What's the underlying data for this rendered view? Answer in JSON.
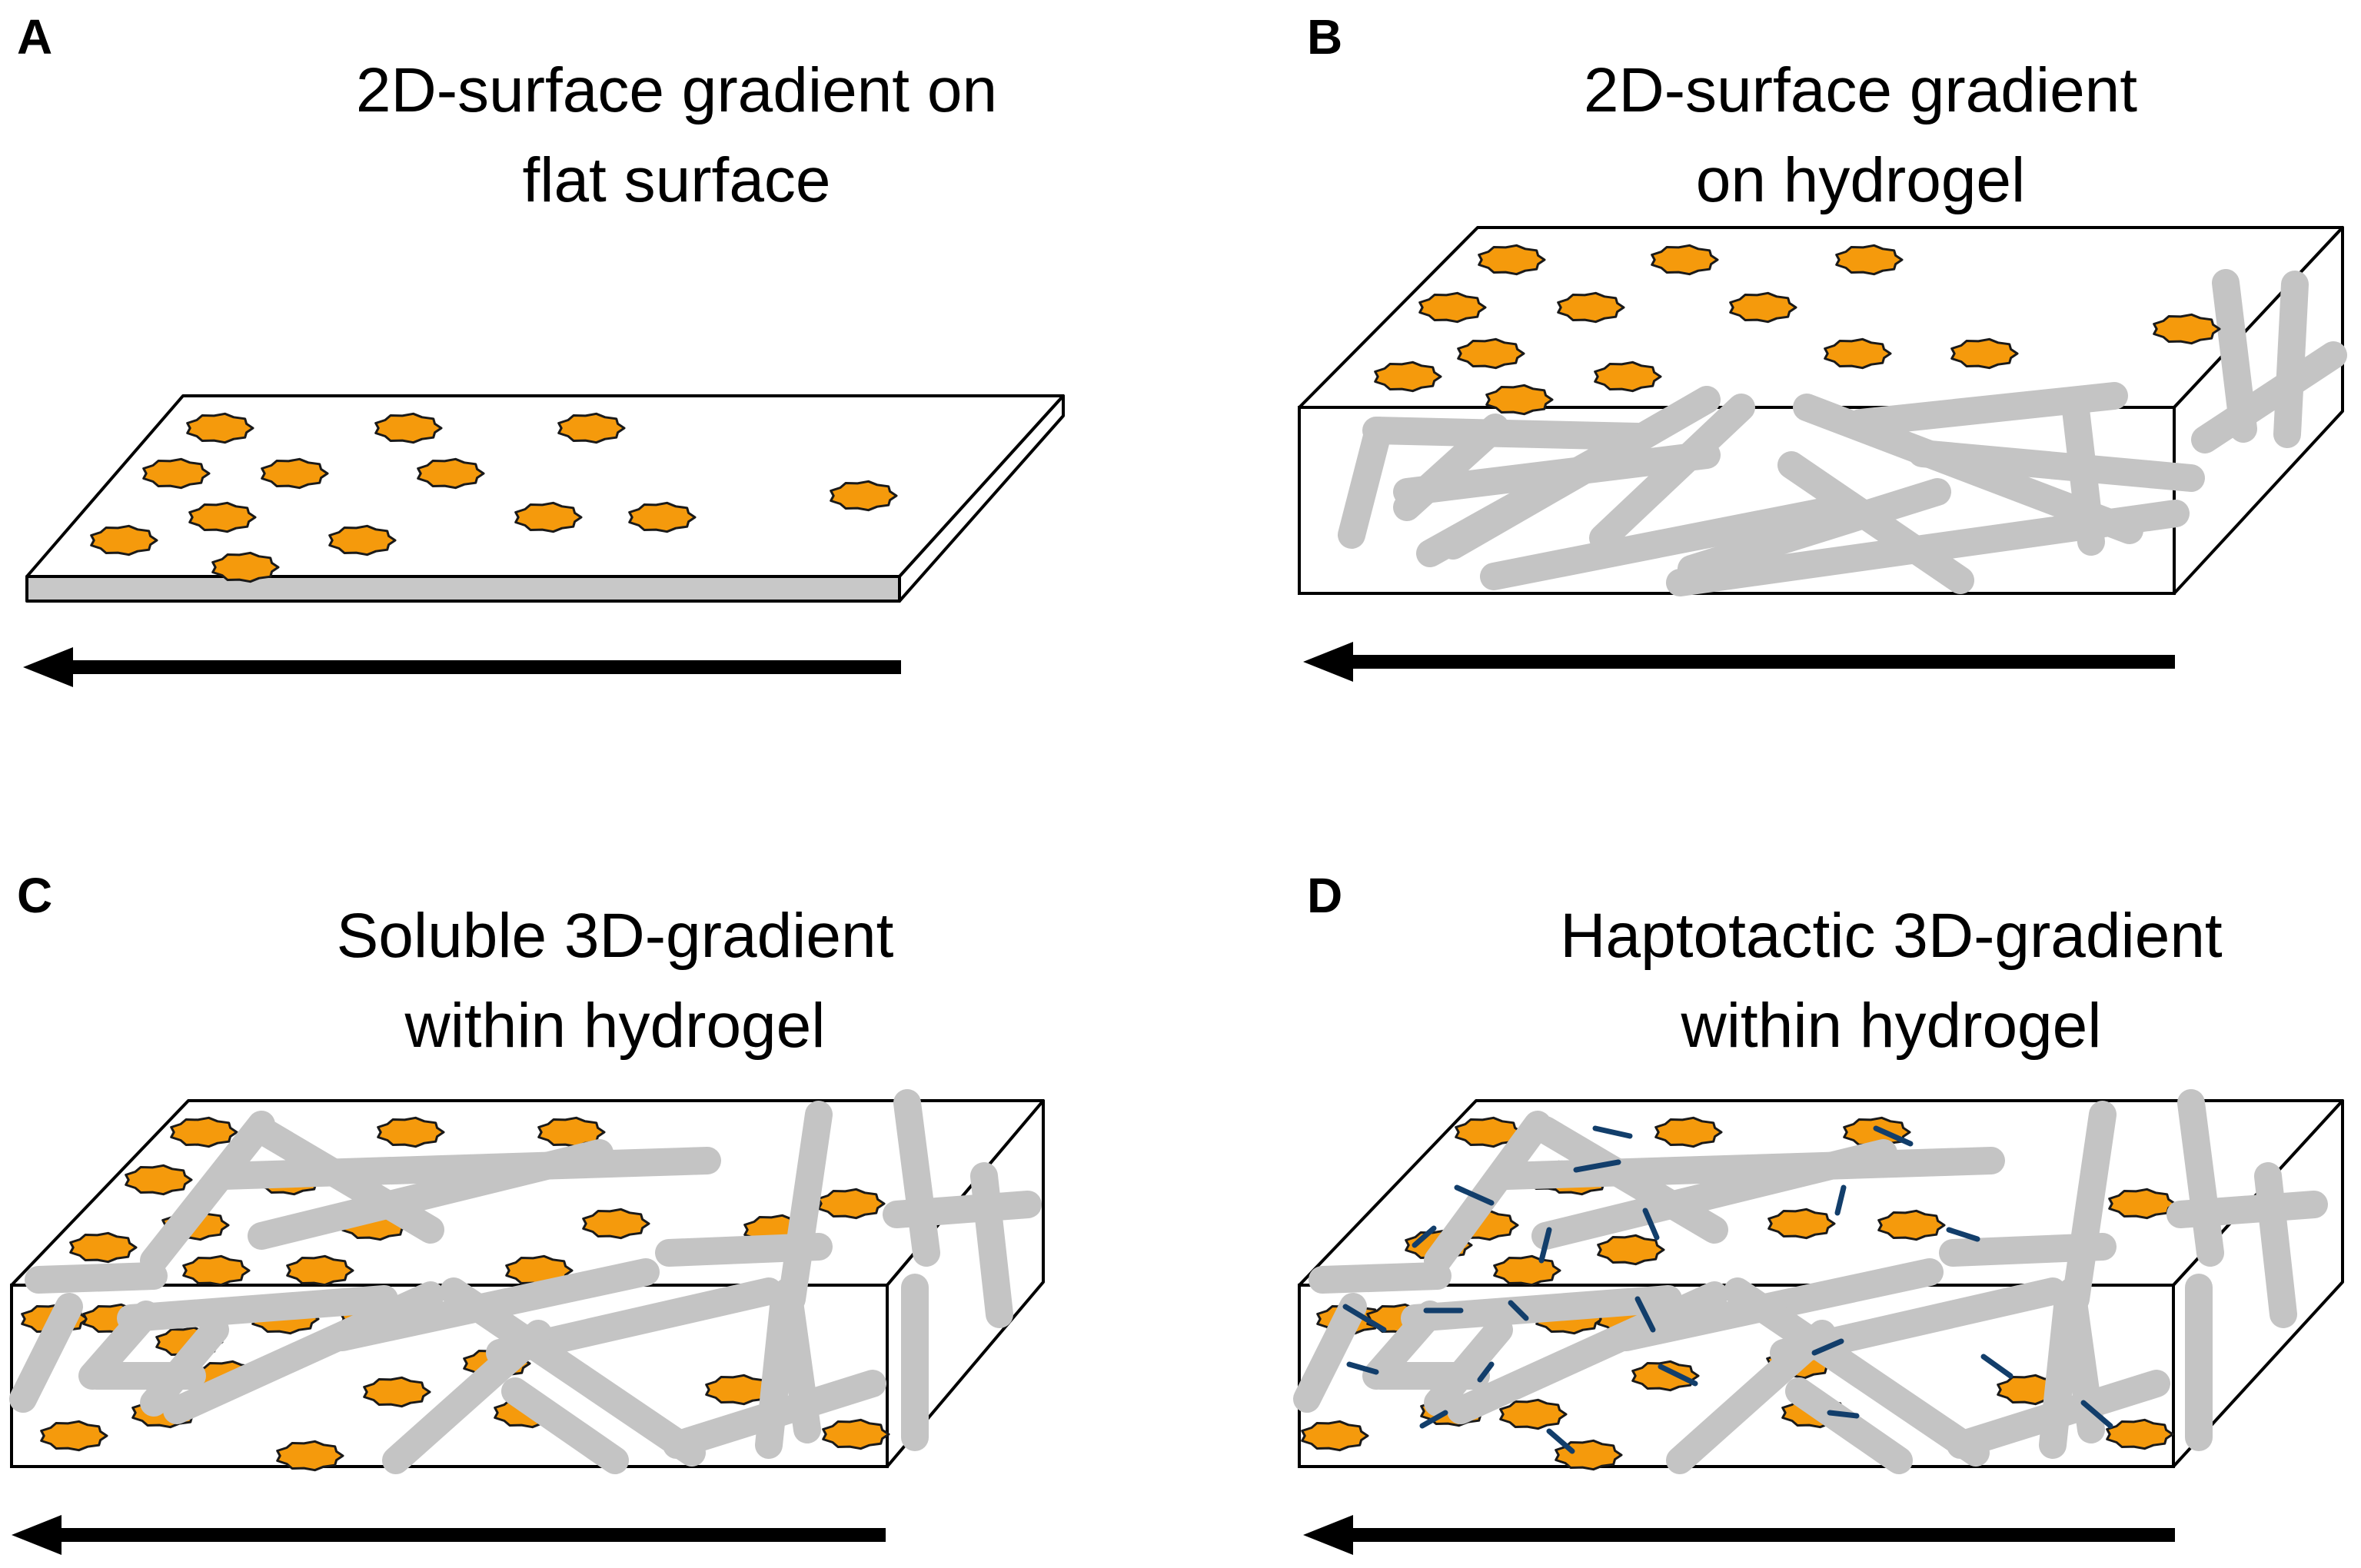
{
  "colors": {
    "ligand": "#F59A0C",
    "ligand_stroke": "#1a1a1a",
    "fiber": "#C4C4C4",
    "tether": "#123E6B",
    "outline": "#000000",
    "slab_side": "#C8C8C8",
    "arrow": "#000000"
  },
  "panels": [
    {
      "id": "A",
      "letter": "A",
      "title_lines": [
        "2D-surface gradient on",
        "flat surface"
      ]
    },
    {
      "id": "B",
      "letter": "B",
      "title_lines": [
        "2D-surface gradient",
        "on hydrogel"
      ]
    },
    {
      "id": "C",
      "letter": "C",
      "title_lines": [
        "Soluble 3D-gradient",
        "within hydrogel"
      ]
    },
    {
      "id": "D",
      "letter": "D",
      "title_lines": [
        "Haptotactic 3D-gradient",
        "within hydrogel"
      ]
    }
  ]
}
